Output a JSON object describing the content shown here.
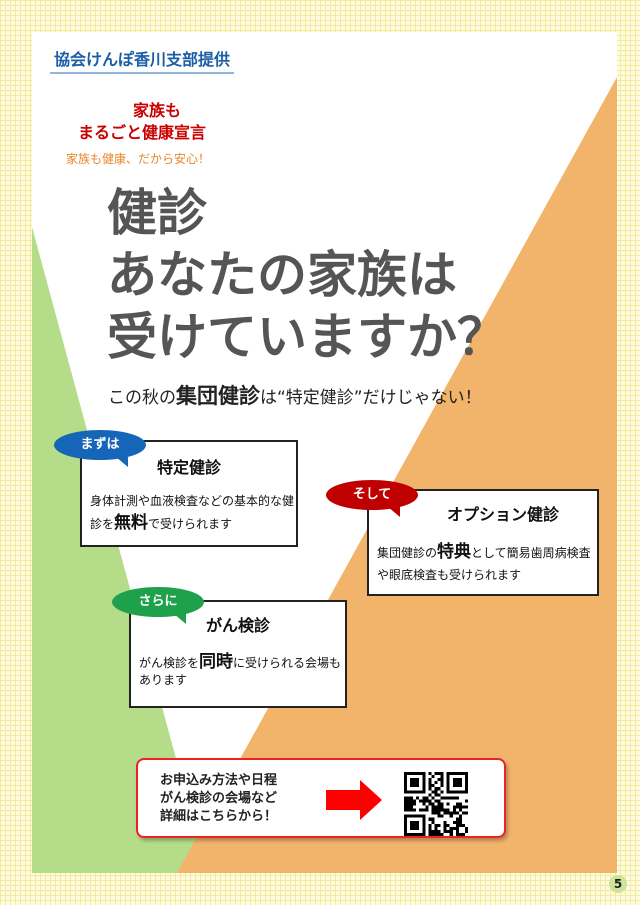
{
  "provider": "協会けんぽ香川支部提供",
  "slogan": {
    "line1": "家族も",
    "line2": "まるごと健康宣言",
    "tagline": "家族も健康、だから安心！"
  },
  "title": {
    "line1": "健診",
    "line2": "あなたの家族は",
    "line3": "受けていますか？"
  },
  "subtitle": {
    "pre": "この秋の",
    "bold": "集団健診",
    "post": "は“特定健診”だけじゃない！"
  },
  "cards": [
    {
      "badge": "まずは",
      "badge_color": "#1565b8",
      "heading": "特定健診",
      "text_pre": "身体計測や血液検査などの基本的な健診を",
      "text_bold": "無料",
      "text_post": "で受けられます"
    },
    {
      "badge": "そして",
      "badge_color": "#c00000",
      "heading": "オプション健診",
      "text_pre": "集団健診の",
      "text_bold": "特典",
      "text_post": "として簡易歯周病検査や眼底検査も受けられます"
    },
    {
      "badge": "さらに",
      "badge_color": "#1ea14a",
      "heading": "がん検診",
      "text_pre": "がん検診を",
      "text_bold": "同時",
      "text_post": "に受けられる会場もあります"
    }
  ],
  "cta": {
    "line1": "お申込み方法や日程",
    "line2": "がん検診の会場など",
    "line3": "詳細はこちらから！"
  },
  "page_number": "5"
}
